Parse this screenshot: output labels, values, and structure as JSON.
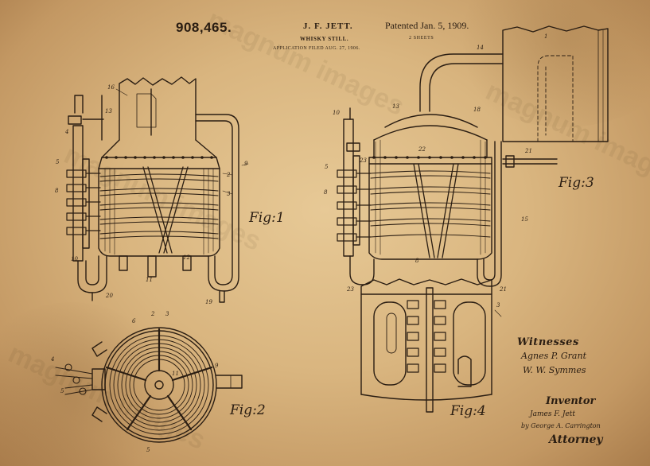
{
  "header": {
    "patent_number": "908,465.",
    "inventor": "J. F. JETT.",
    "title": "WHISKY STILL.",
    "filed": "APPLICATION FILED AUG. 27, 1906.",
    "patented": "Patented Jan. 5, 1909.",
    "sheets": "2 SHEETS"
  },
  "figures": {
    "fig1": "Fig:1",
    "fig2": "Fig:2",
    "fig3": "Fig:3",
    "fig4": "Fig:4"
  },
  "signatures": {
    "witnesses_label": "Witnesses",
    "witness1": "Agnes P. Grant",
    "witness2": "W. W. Symmes",
    "inventor_label": "Inventor",
    "inventor_signature": "James F. Jett",
    "attorney_signature": "by George A. Carrington",
    "attorney_label": "Attorney"
  },
  "watermark": {
    "text": "magnum images"
  },
  "colors": {
    "paper": "#dcb881",
    "ink": "#2a1d12"
  }
}
